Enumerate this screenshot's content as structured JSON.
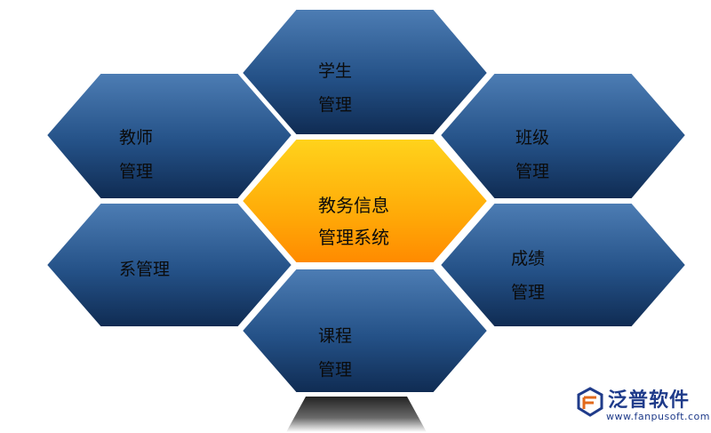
{
  "center": {
    "line1": "教务信息",
    "line2": "管理系统"
  },
  "modules": {
    "student": {
      "line1": "学生",
      "line2": "管理"
    },
    "teacher": {
      "line1": "教师",
      "line2": "管理"
    },
    "class": {
      "line1": "班级",
      "line2": "管理"
    },
    "dept": {
      "line1": "系管理"
    },
    "grades": {
      "line1": "成绩",
      "line2": "管理"
    },
    "course": {
      "line1": "课程",
      "line2": "管理"
    }
  },
  "logo": {
    "brand": "泛普软件",
    "url": "www.fanpusoft.com"
  },
  "colors": {
    "hex_top": "#4a79b0",
    "hex_bottom": "#0f2c55",
    "center_top": "#ffd21a",
    "center_bottom": "#ff8f00",
    "brand": "#1f3b8a"
  }
}
